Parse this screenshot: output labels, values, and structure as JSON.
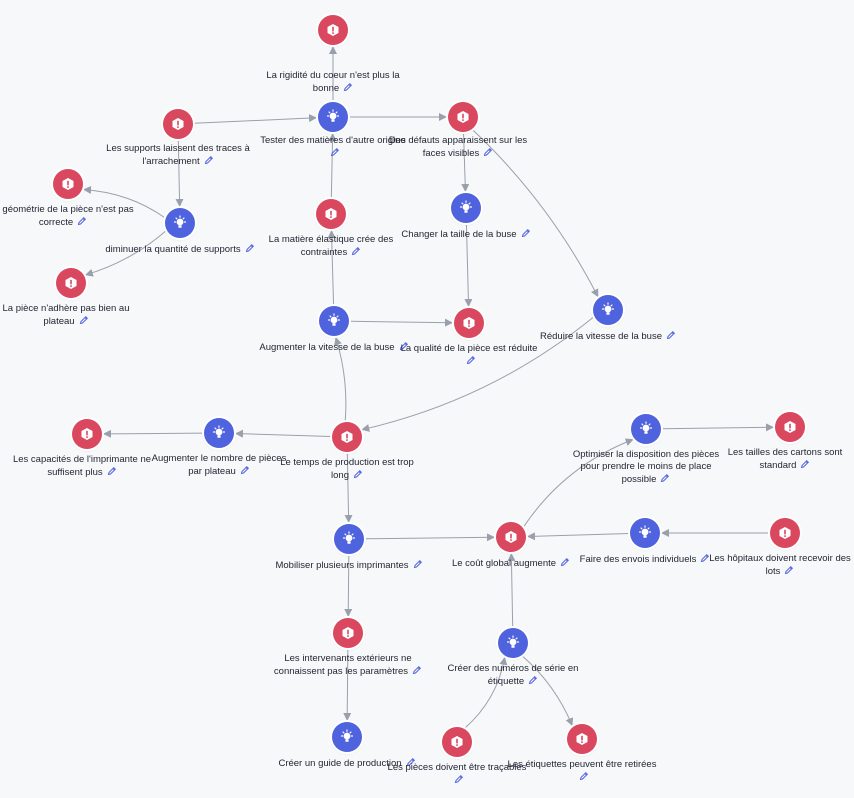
{
  "colors": {
    "problem": "#d9485f",
    "solution": "#4f63df",
    "edge": "#9aa0ab",
    "text": "#1f2330"
  },
  "icons": {
    "problem": "alert-icon",
    "solution": "lightbulb-icon",
    "edit": "pencil-icon"
  },
  "nodes": [
    {
      "id": "rigidite",
      "type": "problem",
      "label": "La rigidité du coeur n'est plus la bonne"
    },
    {
      "id": "tester",
      "type": "solution",
      "label": "Tester des matières d'autre origine"
    },
    {
      "id": "defauts",
      "type": "problem",
      "label": "Des défauts apparaissent sur les faces visibles"
    },
    {
      "id": "supports",
      "type": "problem",
      "label": "Les supports laissent des traces à l'arrachement"
    },
    {
      "id": "geometrie",
      "type": "problem",
      "label": "la géométrie de la pièce n'est pas correcte"
    },
    {
      "id": "diminuer",
      "type": "solution",
      "label": "diminuer la quantité de supports"
    },
    {
      "id": "adhere",
      "type": "problem",
      "label": "La pièce n'adhère pas bien au plateau"
    },
    {
      "id": "elastique",
      "type": "problem",
      "label": "La matière élastique crée des contraintes"
    },
    {
      "id": "taille-buse",
      "type": "solution",
      "label": "Changer la taille de la buse"
    },
    {
      "id": "augmenter-vitesse",
      "type": "solution",
      "label": "Augmenter la vitesse de la buse"
    },
    {
      "id": "qualite",
      "type": "problem",
      "label": "La qualité de la pièce est réduite"
    },
    {
      "id": "reduire-vitesse",
      "type": "solution",
      "label": "Réduire la vitesse de la buse"
    },
    {
      "id": "capacites",
      "type": "problem",
      "label": "Les capacités de l'imprimante ne suffisent plus"
    },
    {
      "id": "augmenter-pieces",
      "type": "solution",
      "label": "Augmenter le nombre de pièces par plateau"
    },
    {
      "id": "temps",
      "type": "problem",
      "label": "Le temps de production est trop long"
    },
    {
      "id": "optimiser",
      "type": "solution",
      "label": "Optimiser la disposition des pièces pour prendre le moins de place possible"
    },
    {
      "id": "cartons",
      "type": "problem",
      "label": "Les tailles des cartons sont standard"
    },
    {
      "id": "mobiliser",
      "type": "solution",
      "label": "Mobiliser plusieurs imprimantes"
    },
    {
      "id": "cout",
      "type": "problem",
      "label": "Le coût global augmente"
    },
    {
      "id": "envois",
      "type": "solution",
      "label": "Faire des envois individuels"
    },
    {
      "id": "hopitaux",
      "type": "problem",
      "label": "Les hôpitaux doivent recevoir des lots"
    },
    {
      "id": "intervenants",
      "type": "problem",
      "label": "Les intervenants extérieurs ne connaissent pas les paramètres"
    },
    {
      "id": "numeros",
      "type": "solution",
      "label": "Créer des numéros de série en étiquette"
    },
    {
      "id": "guide",
      "type": "solution",
      "label": "Créer un guide de production"
    },
    {
      "id": "tracables",
      "type": "problem",
      "label": "Les pièces doivent être traçables"
    },
    {
      "id": "etiquettes",
      "type": "problem",
      "label": "Les étiquettes peuvent être retirées"
    }
  ],
  "edges": [
    {
      "from": "tester",
      "to": "rigidite"
    },
    {
      "from": "supports",
      "to": "tester"
    },
    {
      "from": "tester",
      "to": "defauts"
    },
    {
      "from": "supports",
      "to": "diminuer"
    },
    {
      "from": "diminuer",
      "to": "geometrie"
    },
    {
      "from": "diminuer",
      "to": "adhere"
    },
    {
      "from": "elastique",
      "to": "tester"
    },
    {
      "from": "augmenter-vitesse",
      "to": "elastique"
    },
    {
      "from": "defauts",
      "to": "taille-buse"
    },
    {
      "from": "taille-buse",
      "to": "qualite"
    },
    {
      "from": "defauts",
      "to": "reduire-vitesse"
    },
    {
      "from": "augmenter-vitesse",
      "to": "qualite"
    },
    {
      "from": "temps",
      "to": "augmenter-vitesse"
    },
    {
      "from": "reduire-vitesse",
      "to": "temps"
    },
    {
      "from": "temps",
      "to": "augmenter-pieces"
    },
    {
      "from": "augmenter-pieces",
      "to": "capacites"
    },
    {
      "from": "temps",
      "to": "mobiliser"
    },
    {
      "from": "mobiliser",
      "to": "cout"
    },
    {
      "from": "cout",
      "to": "optimiser"
    },
    {
      "from": "optimiser",
      "to": "cartons"
    },
    {
      "from": "envois",
      "to": "cout"
    },
    {
      "from": "hopitaux",
      "to": "envois"
    },
    {
      "from": "mobiliser",
      "to": "intervenants"
    },
    {
      "from": "intervenants",
      "to": "guide"
    },
    {
      "from": "numeros",
      "to": "cout"
    },
    {
      "from": "tracables",
      "to": "numeros"
    },
    {
      "from": "numeros",
      "to": "etiquettes"
    }
  ]
}
